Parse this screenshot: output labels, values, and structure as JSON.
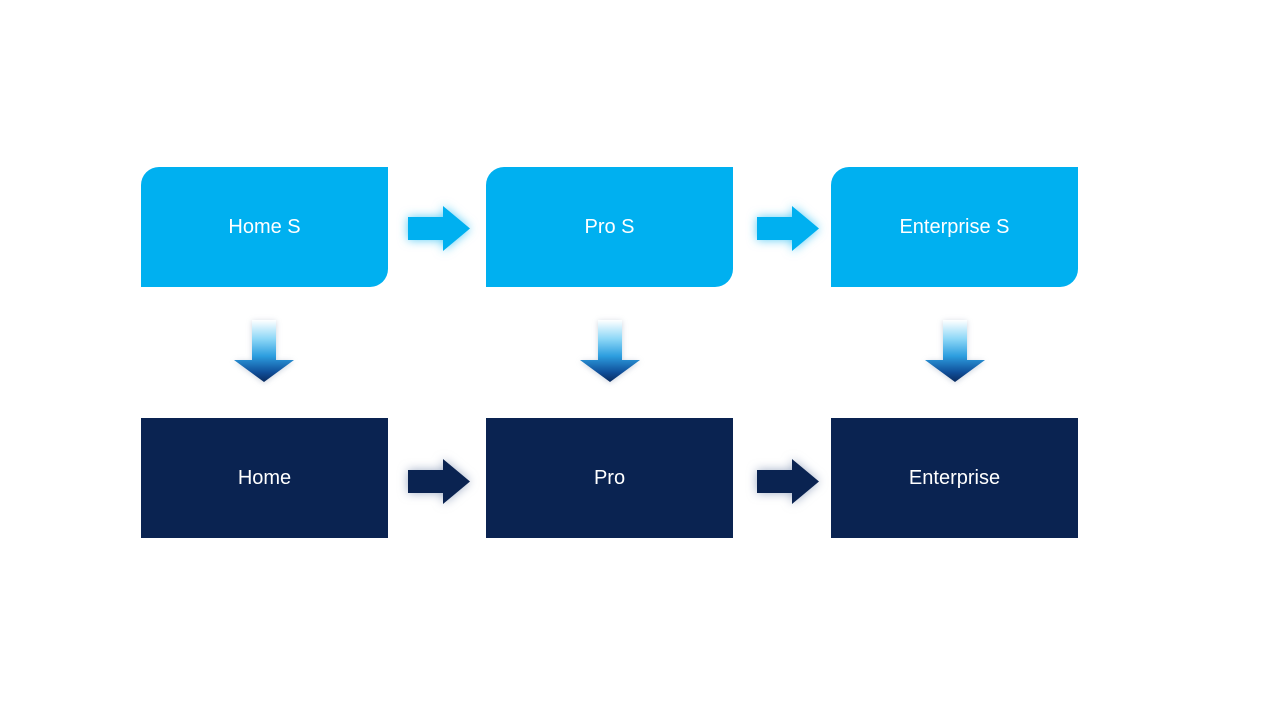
{
  "diagram": {
    "columns": [
      {
        "top_label": "Home S",
        "bottom_label": "Home"
      },
      {
        "top_label": "Pro S",
        "bottom_label": "Pro"
      },
      {
        "top_label": "Enterprise S",
        "bottom_label": "Enterprise"
      }
    ]
  },
  "icons": {
    "right_arrow_top": "right-arrow-icon (light blue, glow)",
    "right_arrow_bottom": "right-arrow-icon (navy, glow)",
    "down_arrow": "down-arrow-icon (white-to-navy gradient)"
  },
  "colors": {
    "top_box": "#00B0F0",
    "bottom_box": "#0A2351",
    "text": "#FFFFFF",
    "background": "#FFFFFF",
    "down_arrow_gradient": [
      "#FFFFFF",
      "#8ED8F7",
      "#2D9EDF",
      "#10509B",
      "#092A5E"
    ]
  }
}
